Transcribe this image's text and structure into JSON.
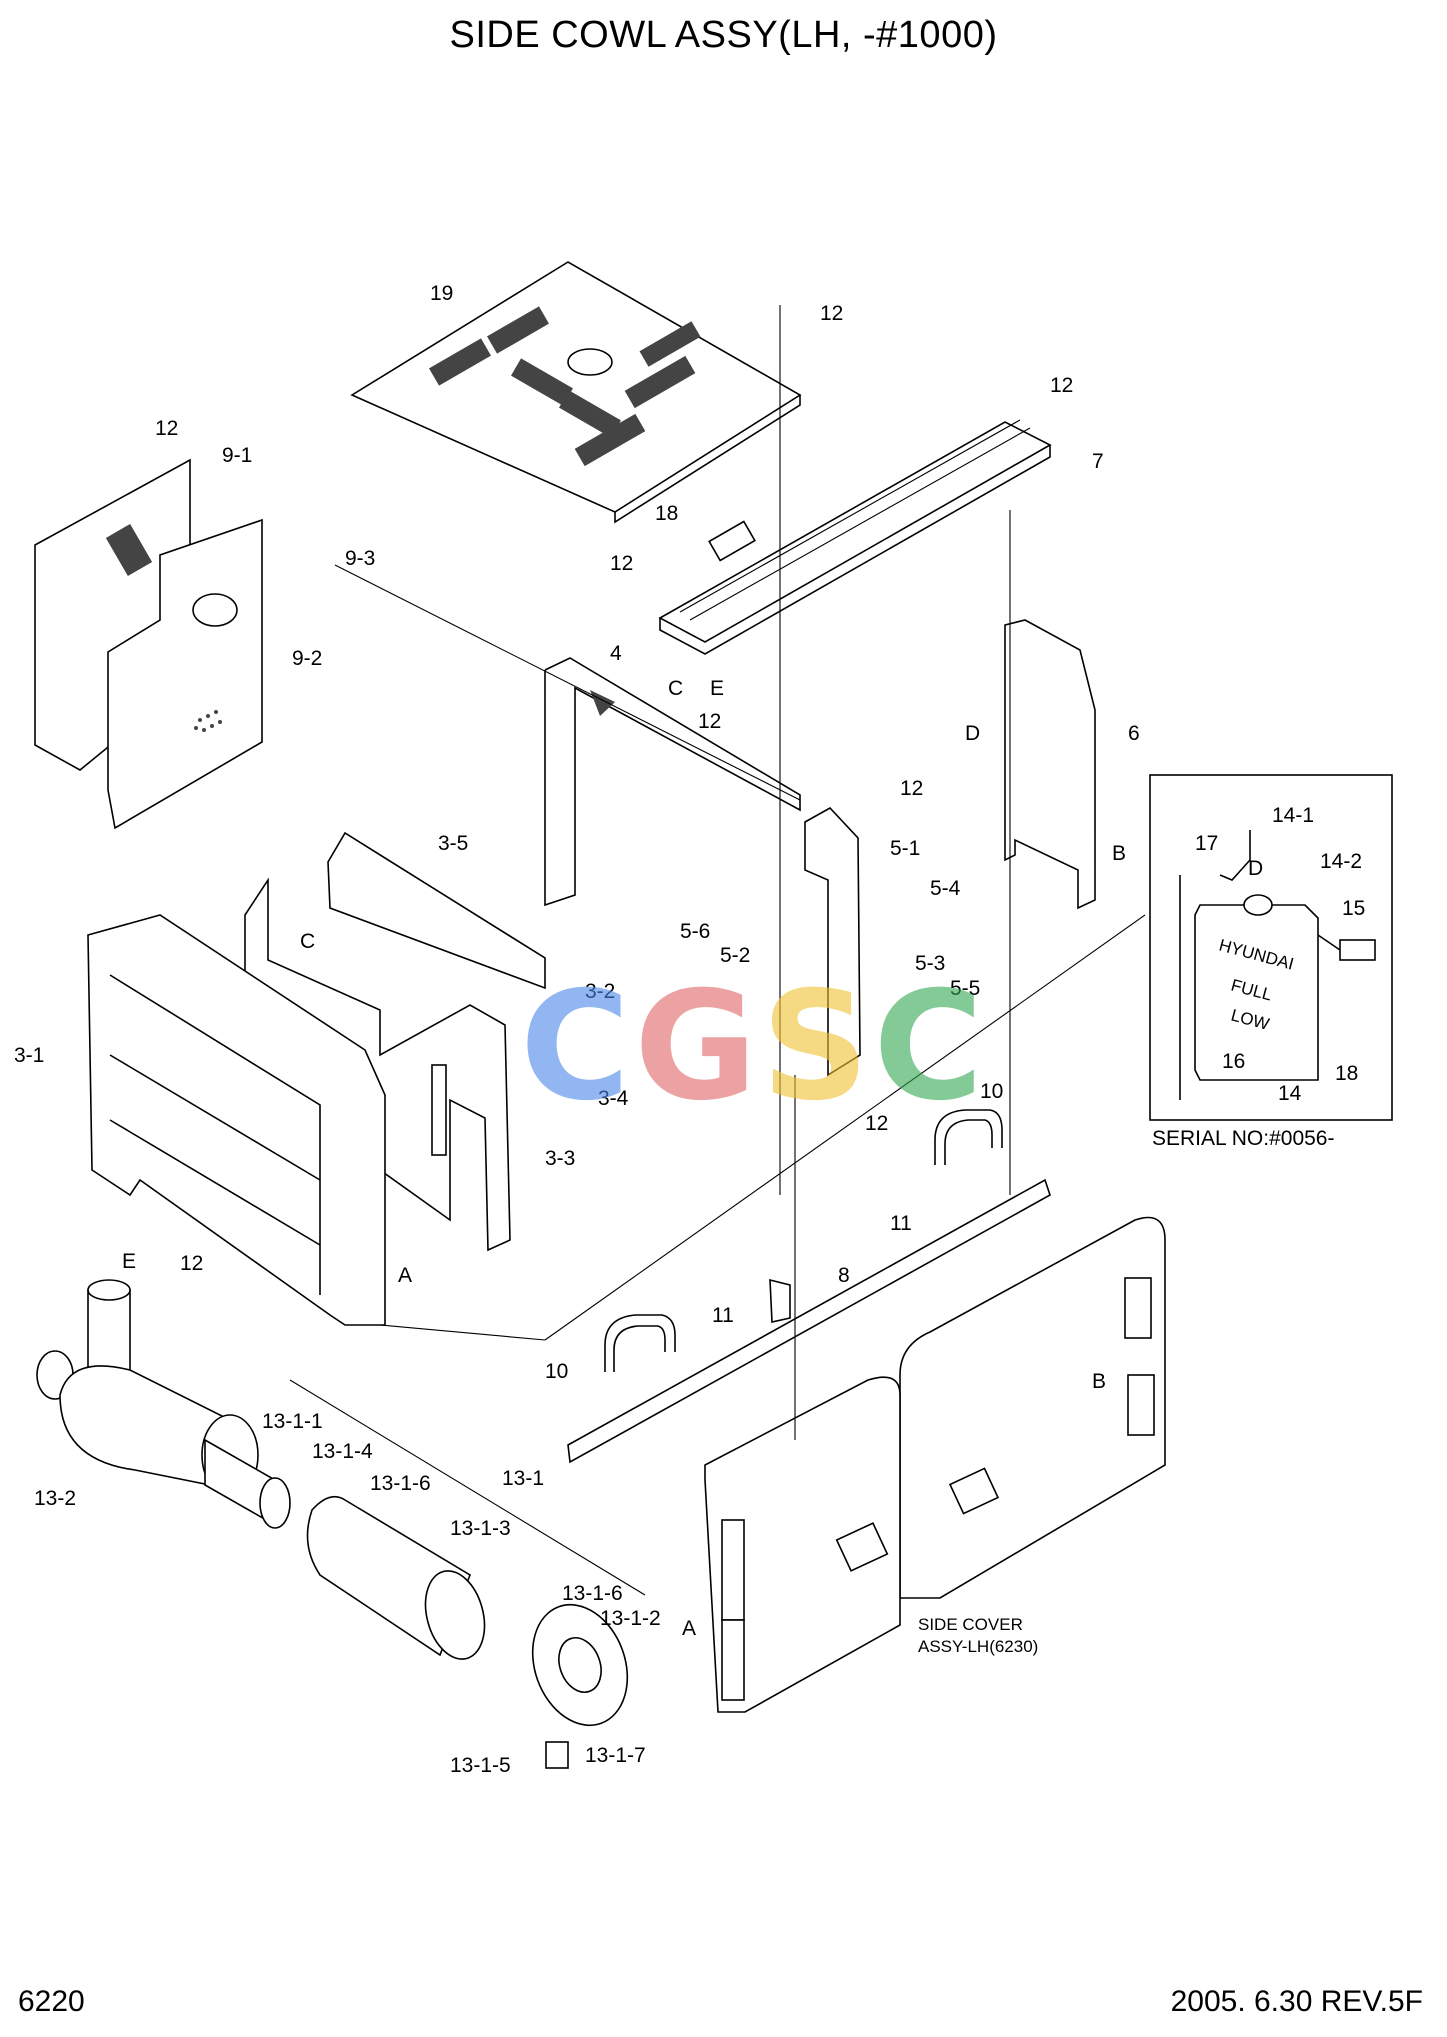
{
  "title": "SIDE COWL ASSY(LH, -#1000)",
  "page_number": "6220",
  "revision": "2005. 6.30  REV.5F",
  "watermark": {
    "letters": [
      "C",
      "G",
      "S",
      "C"
    ],
    "colors": [
      "#4a86e8",
      "#e06666",
      "#f1c232",
      "#34a853"
    ]
  },
  "inset": {
    "serial_note": "SERIAL NO:#0056-",
    "tank_text": {
      "brand": "HYUNDAI",
      "full": "FULL",
      "low": "LOW"
    }
  },
  "side_cover_note": [
    "SIDE COVER",
    "ASSY-LH(6230)"
  ],
  "callouts": [
    "19",
    "12",
    "12",
    "7",
    "18",
    "12",
    "C",
    "E",
    "12",
    "9-1",
    "9-3",
    "9-2",
    "4",
    "12",
    "D",
    "6",
    "12",
    "B",
    "5-1",
    "5-4",
    "5-6",
    "5-2",
    "5-3",
    "5-5",
    "3-5",
    "C",
    "3-2",
    "3-1",
    "3-4",
    "3-3",
    "12",
    "A",
    "12",
    "10",
    "11",
    "8",
    "E",
    "11",
    "10",
    "B",
    "13-1-1",
    "13-1-4",
    "13-2",
    "13-1",
    "13-1-6",
    "13-1-3",
    "13-1-6",
    "13-1-2",
    "A",
    "13-1-7",
    "13-1-5",
    "14-1",
    "17",
    "D",
    "14-2",
    "15",
    "16",
    "14",
    "18"
  ]
}
